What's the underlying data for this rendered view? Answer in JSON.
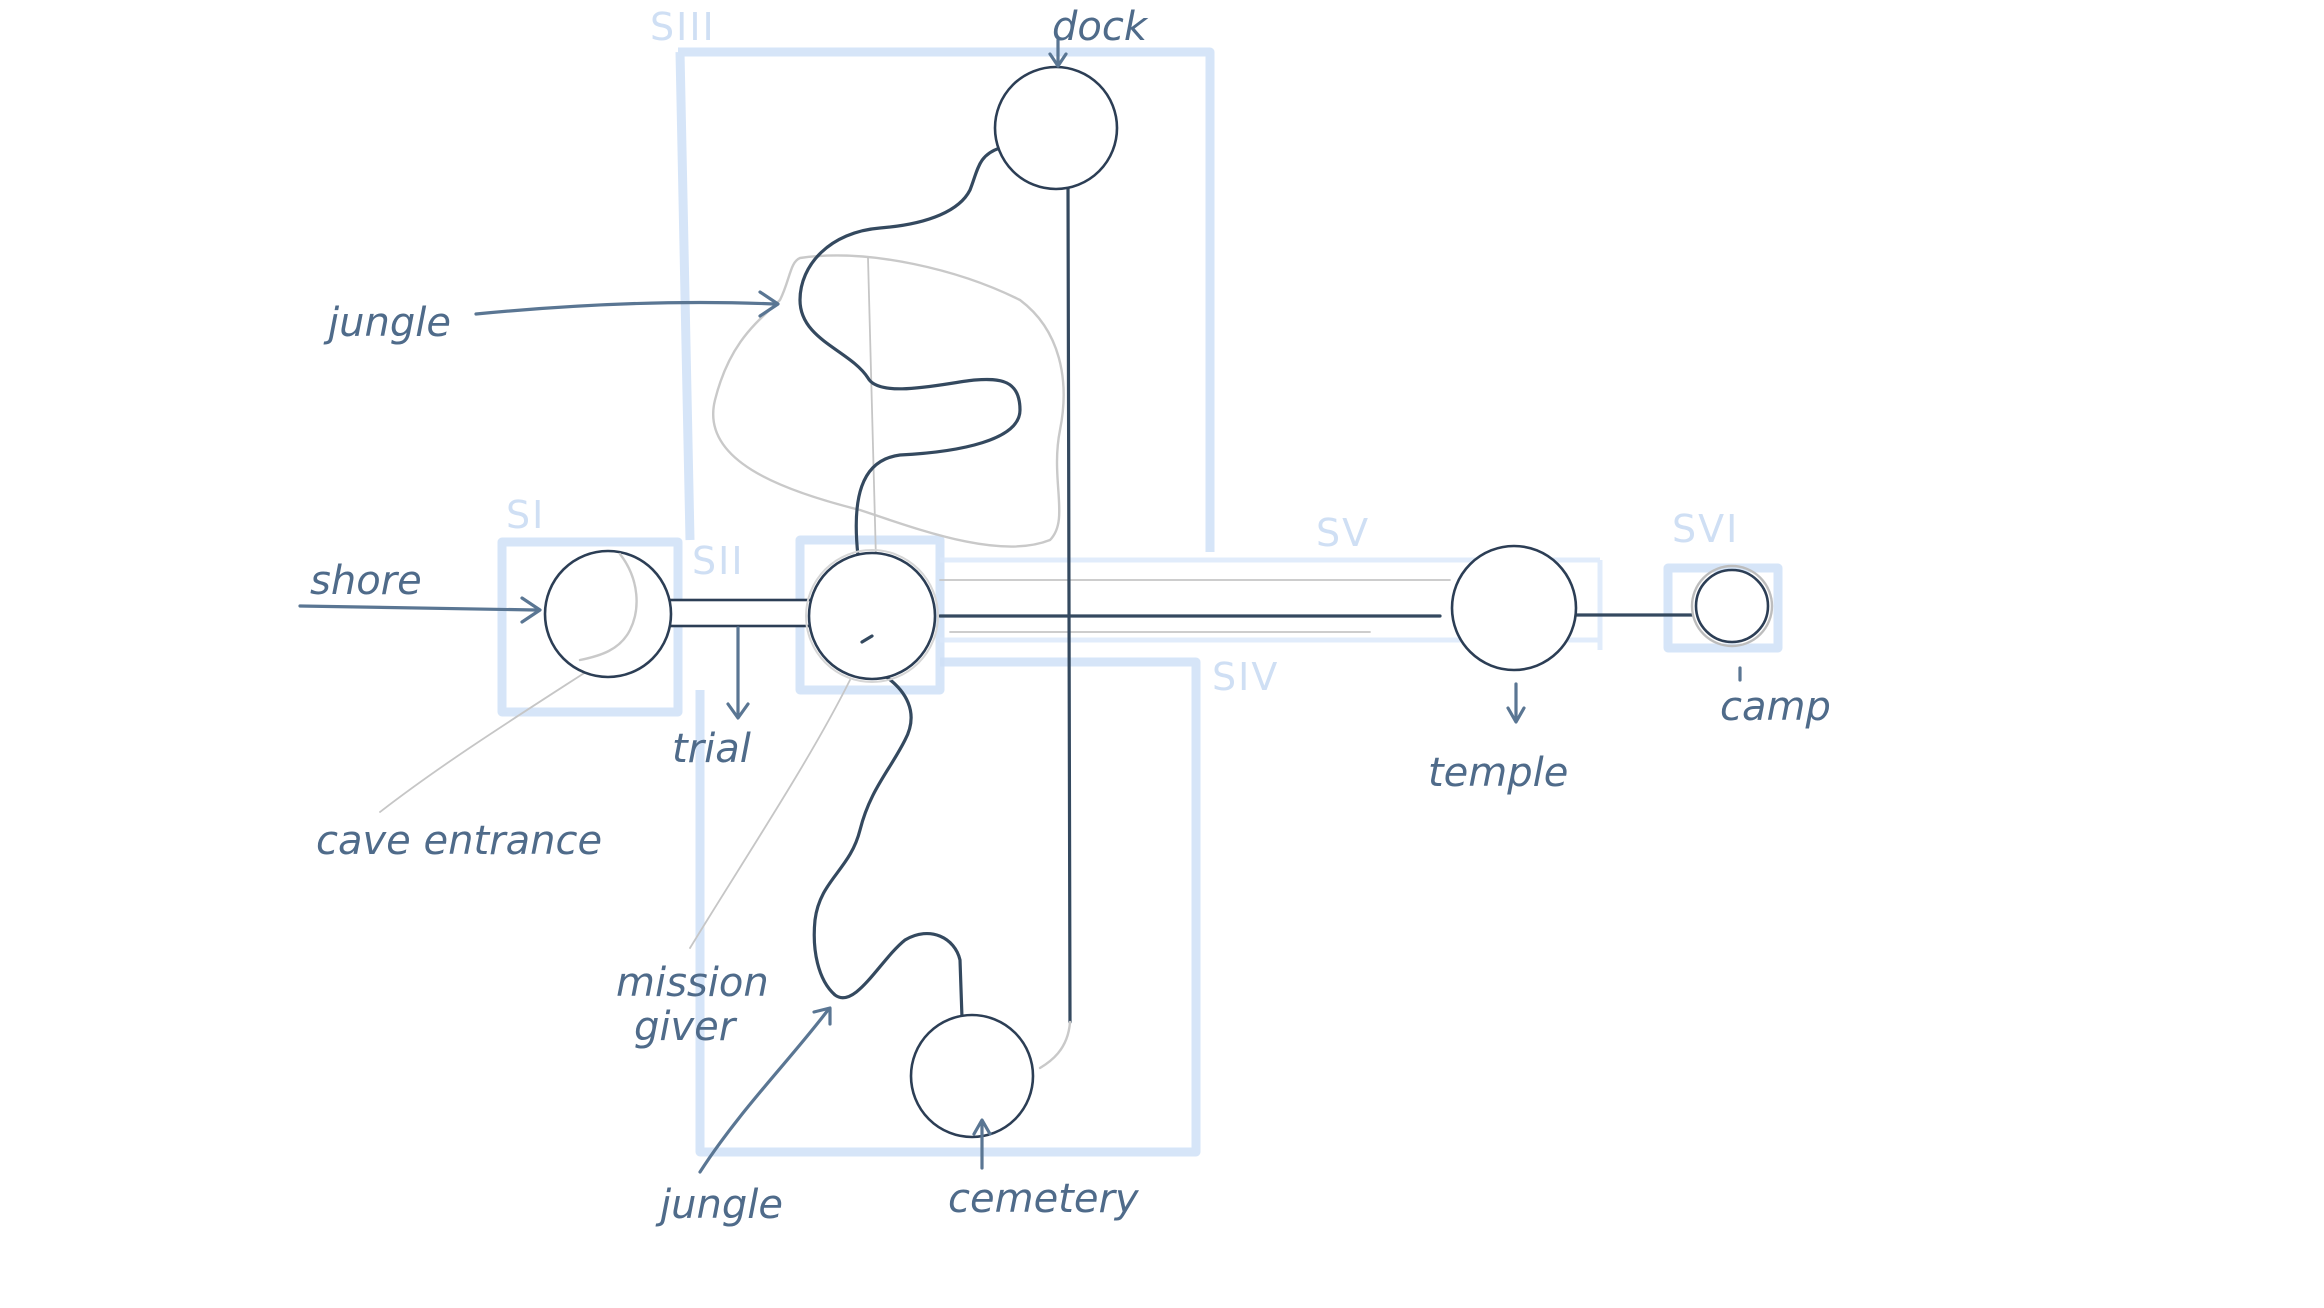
{
  "regions": {
    "s1": "SI",
    "s2": "SII",
    "s3": "SIII",
    "s4": "SIV",
    "s5": "SV",
    "s6": "SVI"
  },
  "labels": {
    "dock": "dock",
    "jungle_top": "jungle",
    "shore": "shore",
    "trial": "trial",
    "cave_entrance": "cave entrance",
    "mission_giver_line1": "mission",
    "mission_giver_line2": "giver",
    "jungle_bottom": "jungle",
    "cemetery": "cemetery",
    "temple": "temple",
    "camp": "camp"
  }
}
